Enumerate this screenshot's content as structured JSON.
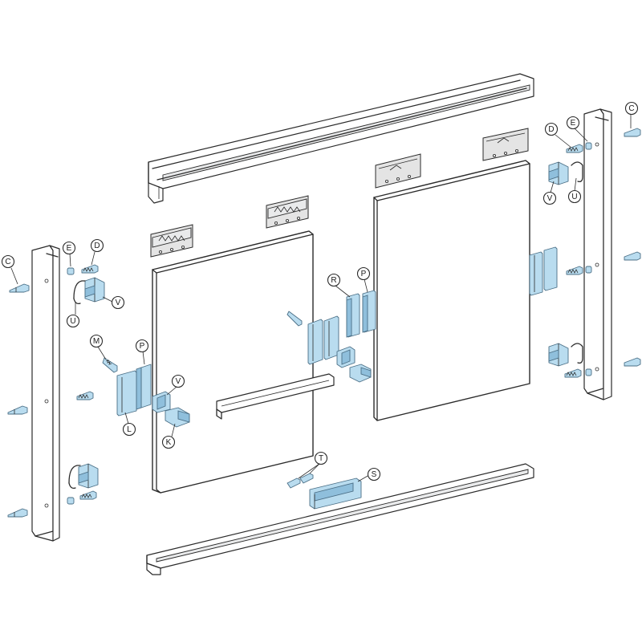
{
  "colors": {
    "accent": "#b9dcef",
    "accent_dark": "#8fbfdc",
    "line": "#2b2b2b"
  },
  "callouts": [
    {
      "id": "c-left-top",
      "label": "C"
    },
    {
      "id": "e-left",
      "label": "E"
    },
    {
      "id": "d-left",
      "label": "D"
    },
    {
      "id": "v-left",
      "label": "V"
    },
    {
      "id": "u-left",
      "label": "U"
    },
    {
      "id": "m-left",
      "label": "M"
    },
    {
      "id": "p-left",
      "label": "P"
    },
    {
      "id": "l-left",
      "label": "L"
    },
    {
      "id": "v-mid",
      "label": "V"
    },
    {
      "id": "k-mid",
      "label": "K"
    },
    {
      "id": "r-mid",
      "label": "R"
    },
    {
      "id": "p-mid",
      "label": "P"
    },
    {
      "id": "t-bottom",
      "label": "T"
    },
    {
      "id": "s-bottom",
      "label": "S"
    },
    {
      "id": "d-right",
      "label": "D"
    },
    {
      "id": "e-right",
      "label": "E"
    },
    {
      "id": "c-right",
      "label": "C"
    },
    {
      "id": "v-right",
      "label": "V"
    },
    {
      "id": "u-right",
      "label": "U"
    }
  ]
}
